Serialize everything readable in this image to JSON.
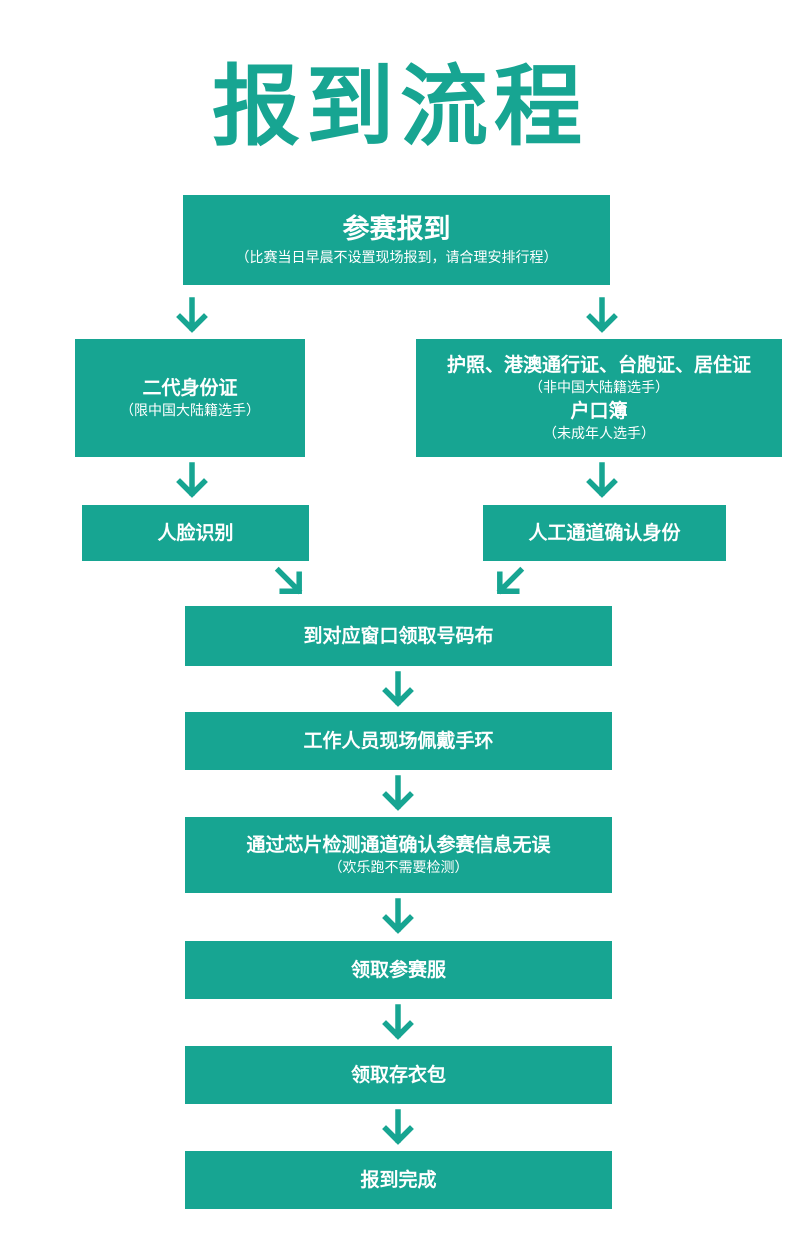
{
  "page": {
    "title": "报到流程"
  },
  "colors": {
    "accent": "#17a592",
    "text_on_accent": "#ffffff",
    "background": "#ffffff"
  },
  "steps": {
    "checkin": {
      "label": "参赛报到",
      "note": "（比赛当日早晨不设置现场报到，请合理安排行程）"
    },
    "id_card": {
      "label": "二代身份证",
      "note": "（限中国大陆籍选手）"
    },
    "passport": {
      "label": "护照、港澳通行证、台胞证、居住证",
      "note": "（非中国大陆籍选手）",
      "label2": "户口簿",
      "note2": "（未成年人选手）"
    },
    "face_recognition": {
      "label": "人脸识别"
    },
    "manual_lane": {
      "label": "人工通道确认身份"
    },
    "bib": {
      "label": "到对应窗口领取号码布"
    },
    "wristband": {
      "label": "工作人员现场佩戴手环"
    },
    "chip_check": {
      "label": "通过芯片检测通道确认参赛信息无误",
      "note": "（欢乐跑不需要检测）"
    },
    "shirt": {
      "label": "领取参赛服"
    },
    "bag": {
      "label": "领取存衣包"
    },
    "done": {
      "label": "报到完成"
    }
  },
  "icons": {
    "down": "arrow-down-icon",
    "down_right": "arrow-down-right-icon",
    "down_left": "arrow-down-left-icon"
  }
}
